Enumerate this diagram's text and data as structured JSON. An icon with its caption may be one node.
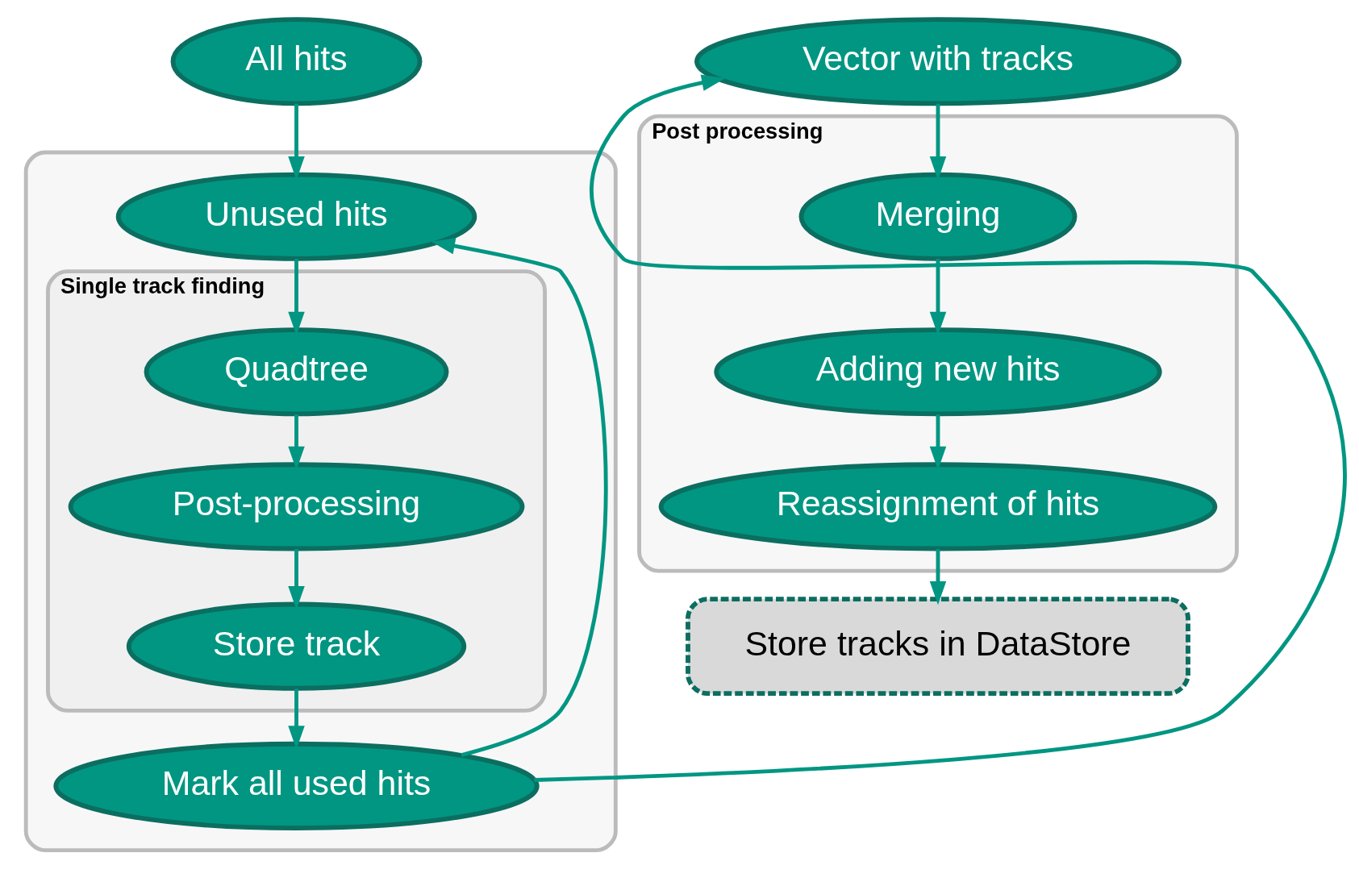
{
  "diagram": {
    "nodes": [
      {
        "text": [
          "All hits"
        ]
      },
      {
        "text": [],
        "shape": "box"
      },
      {
        "text": [
          "Unused hits"
        ],
        "in": 1
      },
      {
        "text": [
          "Single track finding"
        ],
        "in": 1
      },
      {
        "text": [
          "Quadtree"
        ],
        "in": 3
      },
      {
        "text": [
          "Post-processing"
        ],
        "in": 3
      },
      {
        "text": [
          "Store track"
        ],
        "in": 3
      },
      {
        "text": [
          "Mark all used hits"
        ],
        "in": 1
      },
      {
        "text": [
          "Vector with tracks"
        ]
      },
      {
        "text": [
          "Post processing"
        ]
      },
      {
        "text": [
          "Merging"
        ],
        "in": 9
      },
      {
        "text": [
          "Adding new hits"
        ],
        "in": 9
      },
      {
        "text": [
          "Reassignment of hits"
        ],
        "in": 9
      },
      {
        "text": [
          "Store tracks in DataStore"
        ]
      }
    ],
    "edges": [
      {
        "from": 0,
        "to": 2,
        "arrow": "to"
      },
      {
        "from": 2,
        "to": 4,
        "arrow": "to"
      },
      {
        "from": 4,
        "to": 5,
        "arrow": "to"
      },
      {
        "from": 5,
        "to": 6,
        "arrow": "to"
      },
      {
        "from": 6,
        "to": 7,
        "arrow": "to"
      },
      {
        "from": 7,
        "to": 2,
        "arrow": "to"
      },
      {
        "from": 7,
        "to": 8,
        "arrow": "to"
      },
      {
        "from": 8,
        "to": 10,
        "arrow": "to"
      },
      {
        "from": 10,
        "to": 11,
        "arrow": "to"
      },
      {
        "from": 11,
        "to": 12,
        "arrow": "to"
      },
      {
        "from": 12,
        "to": 13,
        "arrow": "to"
      }
    ]
  }
}
